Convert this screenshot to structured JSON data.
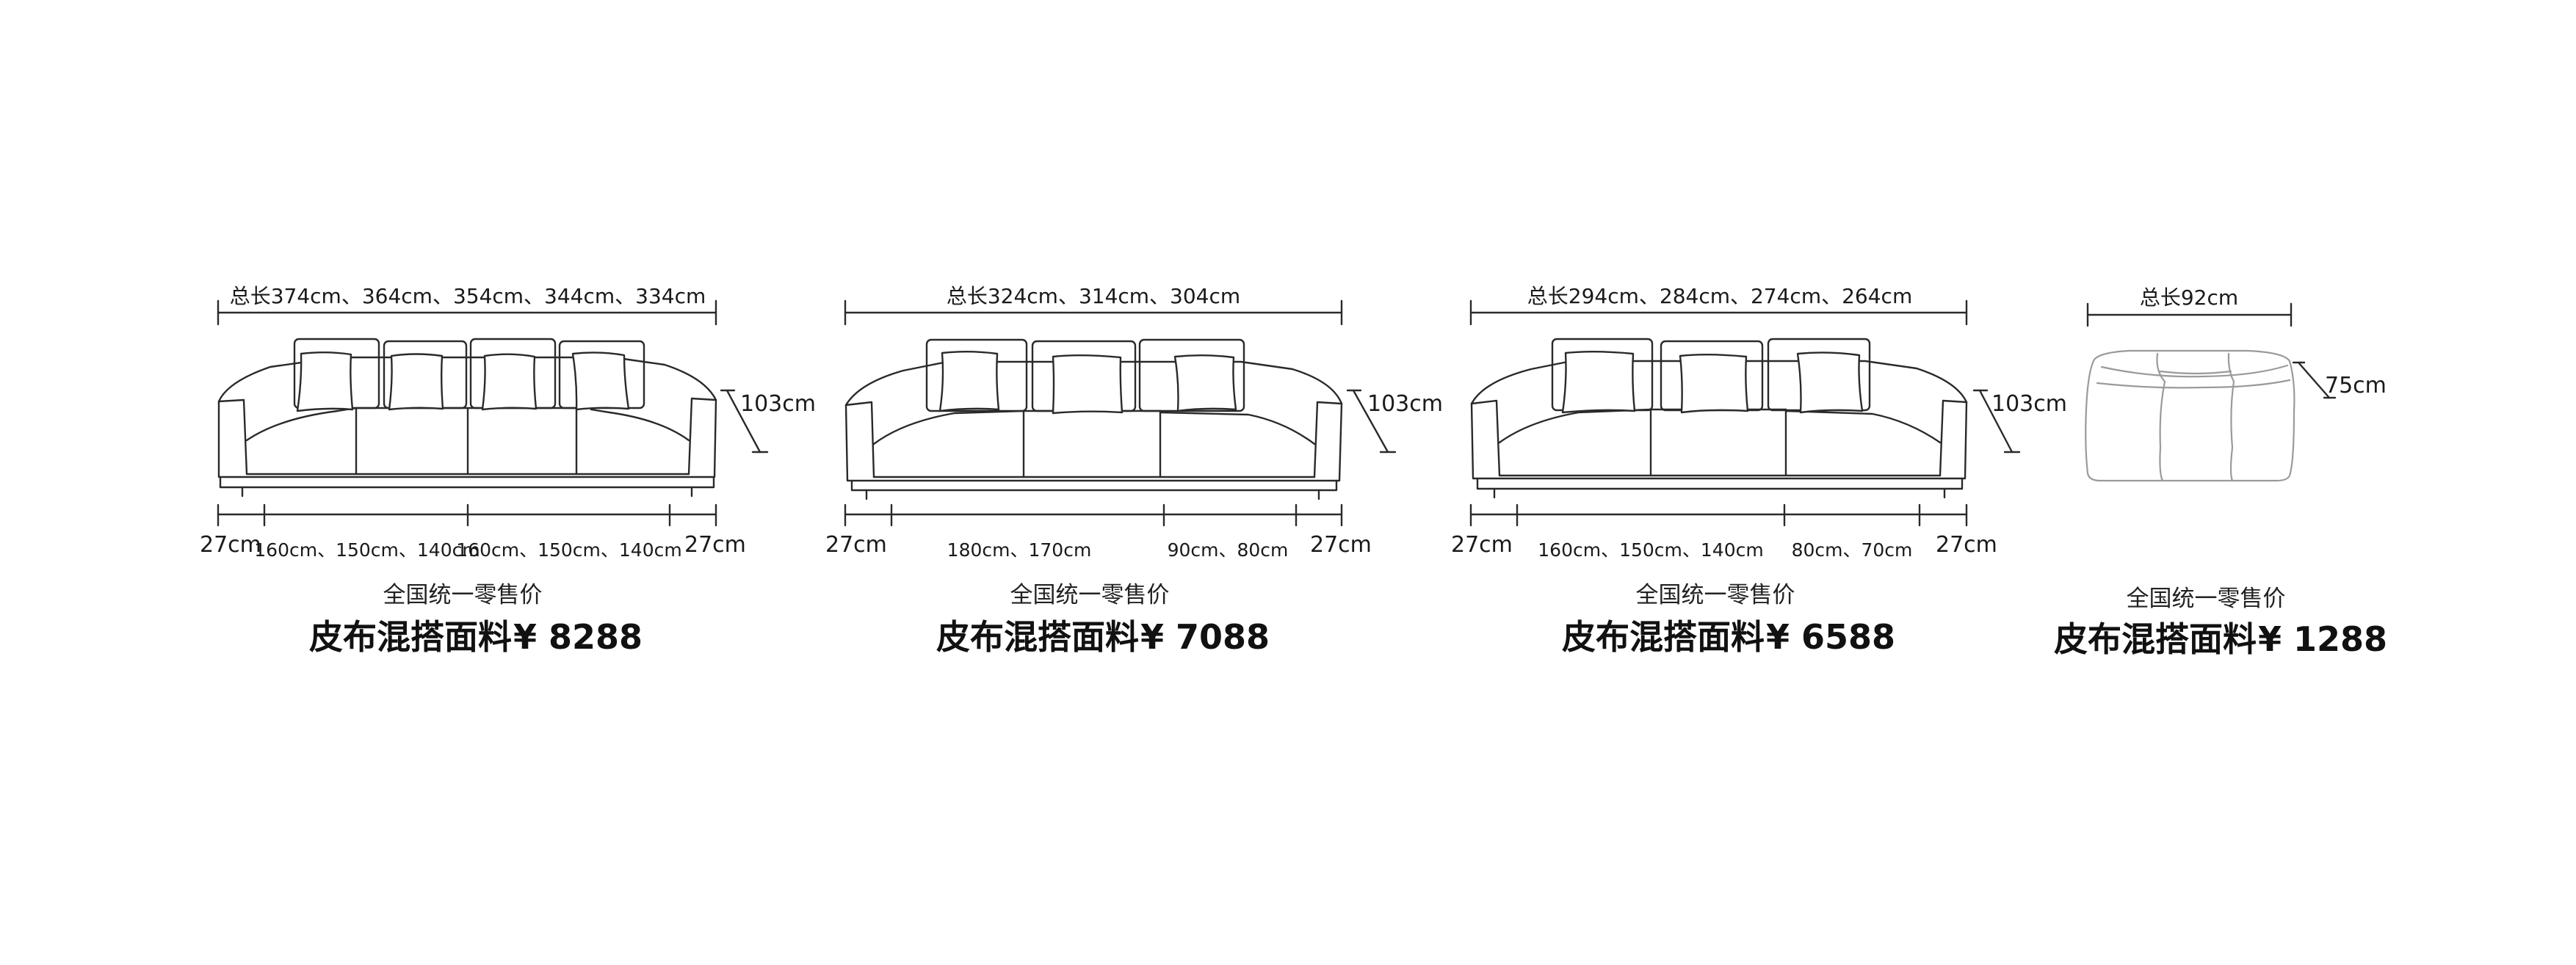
{
  "products": [
    {
      "total_length": "总长374cm、364cm、354cm、344cm、334cm",
      "height": "103cm",
      "left_arm": "27cm",
      "right_arm": "27cm",
      "segments": [
        "160cm、150cm、140cm",
        "160cm、150cm、140cm"
      ],
      "subtitle": "全国统一零售价",
      "price_label": "皮布混搭面料",
      "price": "¥ 8288"
    },
    {
      "total_length": "总长324cm、314cm、304cm",
      "height": "103cm",
      "left_arm": "27cm",
      "right_arm": "27cm",
      "segments": [
        "180cm、170cm",
        "90cm、80cm"
      ],
      "subtitle": "全国统一零售价",
      "price_label": "皮布混搭面料",
      "price": "¥ 7088"
    },
    {
      "total_length": "总长294cm、284cm、274cm、264cm",
      "height": "103cm",
      "left_arm": "27cm",
      "right_arm": "27cm",
      "segments": [
        "160cm、150cm、140cm",
        "80cm、70cm"
      ],
      "subtitle": "全国统一零售价",
      "price_label": "皮布混搭面料",
      "price": "¥ 6588"
    },
    {
      "total_length": "总长92cm",
      "height": "75cm",
      "subtitle": "全国统一零售价",
      "price_label": "皮布混搭面料",
      "price": "¥ 1288"
    }
  ]
}
